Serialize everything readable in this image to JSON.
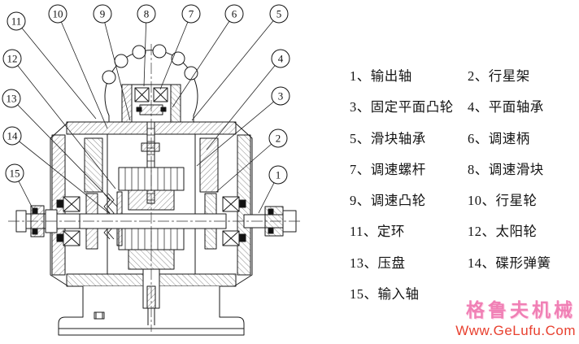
{
  "diagram": {
    "callouts": [
      {
        "number": "1"
      },
      {
        "number": "2"
      },
      {
        "number": "3"
      },
      {
        "number": "4"
      },
      {
        "number": "5"
      },
      {
        "number": "6"
      },
      {
        "number": "7"
      },
      {
        "number": "8"
      },
      {
        "number": "9"
      },
      {
        "number": "10"
      },
      {
        "number": "11"
      },
      {
        "number": "12"
      },
      {
        "number": "13"
      },
      {
        "number": "14"
      },
      {
        "number": "15"
      }
    ]
  },
  "legend": {
    "rows": [
      {
        "left": "1、输出轴",
        "right": "2、行星架"
      },
      {
        "left": "3、固定平面凸轮",
        "right": "4、平面轴承"
      },
      {
        "left": "5、滑块轴承",
        "right": "6、调速柄"
      },
      {
        "left": "7、调速螺杆",
        "right": "8、调速滑块"
      },
      {
        "left": "9、调速凸轮",
        "right": "10、行星轮"
      },
      {
        "left": "11、定环",
        "right": "12、太阳轮"
      },
      {
        "left": "13、压盘",
        "right": "14、碟形弹簧"
      },
      {
        "left": "15、输入轴",
        "right": ""
      }
    ]
  },
  "watermark": {
    "brand": "格鲁夫机械",
    "url": "Www.GeLufu.Com",
    "brand_color": "#f080b5",
    "url_color": "#e8402f"
  },
  "colors": {
    "line": "#1a1a1a",
    "background": "#ffffff"
  }
}
